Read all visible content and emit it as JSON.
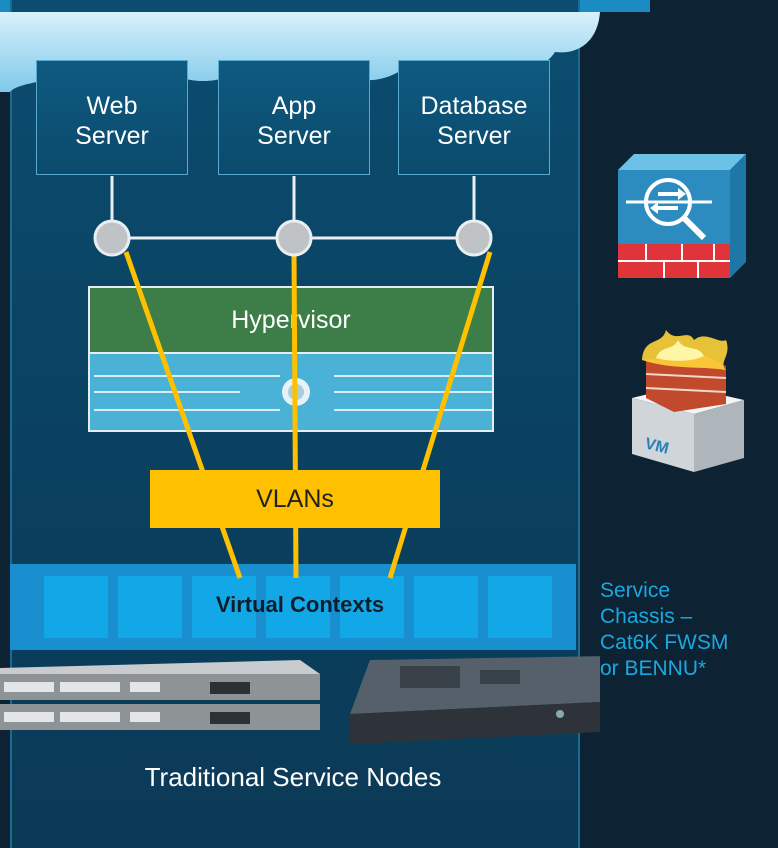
{
  "servers": [
    {
      "line1": "Web",
      "line2": "Server"
    },
    {
      "line1": "App",
      "line2": "Server"
    },
    {
      "line1": "Database",
      "line2": "Server"
    }
  ],
  "hypervisor_label": "Hypervisor",
  "vlans_label": "VLANs",
  "virtual_contexts_label": "Virtual Contexts",
  "traditional_label": "Traditional Service Nodes",
  "service_chassis_text": "Service\nChassis –\nCat6K FWSM\nor BENNU*",
  "icons": {
    "firewall_appliance": "firewall-appliance-icon",
    "virtual_firewall": "virtual-firewall-vm-icon"
  },
  "colors": {
    "vlan_yellow": "#ffc000",
    "hypervisor_green": "#3d7d47",
    "context_blue": "#1a8fcf",
    "side_text_blue": "#1aa8e0"
  }
}
